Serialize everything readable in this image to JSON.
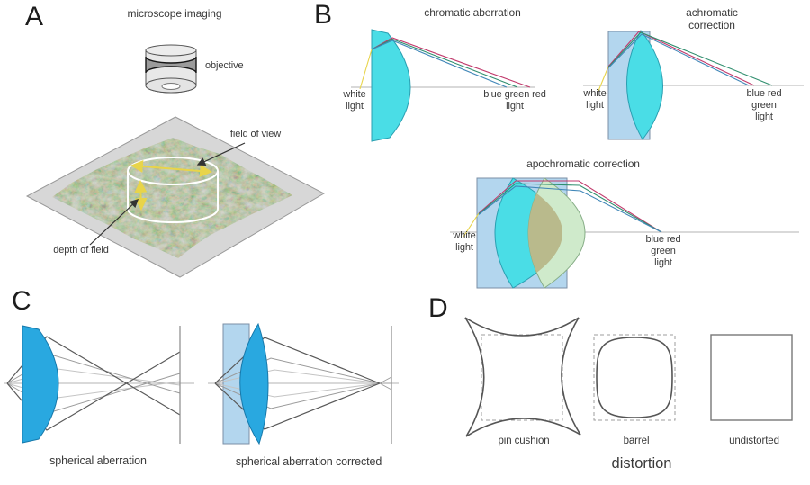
{
  "colors": {
    "cyan": "#4adde6",
    "cyan_stroke": "#2aa0b2",
    "lightblue": "#b3d6ee",
    "lightblue_stroke": "#7b8fa6",
    "blue": "#29a8e0",
    "blue_stroke": "#1779ab",
    "lightgreen": "#cfeacb",
    "lightgreen_stroke": "#86ad86",
    "olive": "#b9ba8c",
    "ray_red": "#c13a6c",
    "ray_green": "#2f8e6e",
    "ray_blue": "#4187b8",
    "ray_yellow": "#e8d44a",
    "axis": "#b3b3b3",
    "ray_dark": "#5a5a5a",
    "ray_mid": "#9a9a9a",
    "ray_light": "#c4c4c4",
    "shape": "#555555",
    "dash": "#9e9e9e",
    "text": "#3a3a3a"
  },
  "panelA": {
    "letter": "A",
    "title": "microscope imaging",
    "objective_label": "objective",
    "field_of_view_label": "field of view",
    "depth_of_field_label": "depth of field"
  },
  "panelB": {
    "letter": "B",
    "chromatic": {
      "title": "chromatic aberration",
      "input_label": "white\nlight",
      "output_label": "blue green red\nlight"
    },
    "achromatic": {
      "title": "achromatic correction",
      "input_label": "white\nlight",
      "output_label": "blue red green\nlight"
    },
    "apochromatic": {
      "title": "apochromatic correction",
      "input_label": "white\nlight",
      "output_label": "blue red\ngreen\nlight"
    }
  },
  "panelC": {
    "letter": "C",
    "left_caption": "spherical aberration",
    "right_caption": "spherical aberration corrected"
  },
  "panelD": {
    "letter": "D",
    "labels": {
      "pincushion": "pin cushion",
      "barrel": "barrel",
      "undistorted": "undistorted"
    },
    "caption": "distortion"
  }
}
